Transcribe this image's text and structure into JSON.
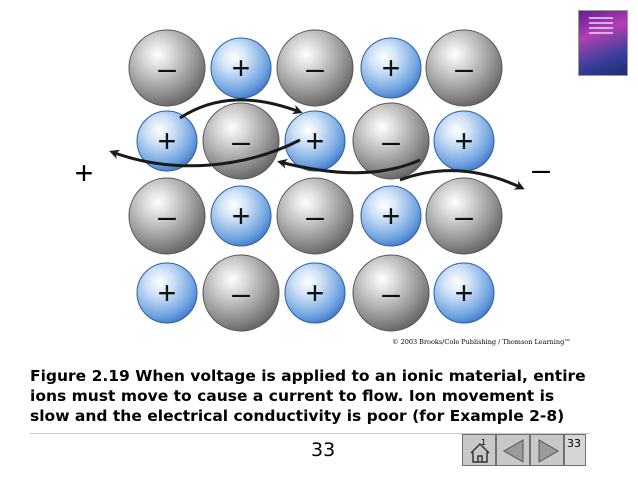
{
  "figure": {
    "caption_lines": [
      "Figure 2.19  When voltage is applied to an ionic material, entire",
      "ions must move to cause a current to flow.  Ion movement is",
      "slow and the electrical conductivity is poor (for Example 2-8)"
    ],
    "copyright": "© 2003 Brooks/Cole Publishing / Thomson Learning™",
    "positive_terminal": "+",
    "negative_terminal": "–",
    "anion_sign": "–",
    "cation_sign": "+",
    "ion_rows": [
      [
        "anion",
        "cation",
        "anion",
        "cation",
        "anion"
      ],
      [
        "cation",
        "anion",
        "cation",
        "anion",
        "cation"
      ],
      [
        "anion",
        "cation",
        "anion",
        "cation",
        "anion"
      ],
      [
        "cation",
        "anion",
        "cation",
        "anion",
        "cation"
      ]
    ],
    "colors": {
      "anion": "#8a8a8a",
      "cation": "#4f8fd9",
      "arrow": "#1a1a1a"
    }
  },
  "footer": {
    "page_number": "33",
    "nav_slide_number": "33",
    "nav_index_marker": "1",
    "nav_buttons": [
      "home-icon",
      "previous-icon",
      "next-icon"
    ]
  },
  "thumbnail": {
    "label": "book-cover"
  }
}
